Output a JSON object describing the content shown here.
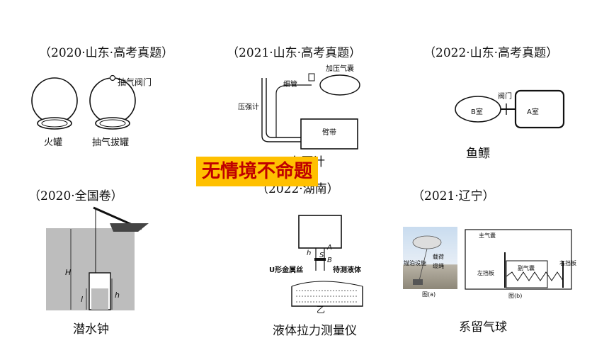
{
  "headers": {
    "h2020_sd": "（2020·山东·高考真题）",
    "h2021_sd": "（2021·山东·高考真题）",
    "h2022_sd": "（2022·山东·高考真题）",
    "h2020_qg": "（2020·全国卷）",
    "h2022_hn": "（2022·湖南）",
    "h2021_ln": "（2021·辽宁）"
  },
  "banner": "无情境不命题",
  "captions": {
    "cupping": "火罐",
    "cupping_pump": "抽气拔罐",
    "pump_valve": "抽气阀门",
    "dart": "鱼鳔",
    "diving_bell": "潜水钟",
    "tension_meter": "液体拉力测量仪",
    "tethered_balloon": "系留气球",
    "bp_meter_partial": "血压计"
  },
  "bp": {
    "bulb": "加压气囊",
    "tube": "细管",
    "gauge": "压强计",
    "cuff": "臂带"
  },
  "fish": {
    "valve": "阀门",
    "chamber_b": "B室",
    "chamber_a": "A室"
  },
  "bell": {
    "H": "H",
    "h": "h",
    "l": "l"
  },
  "tension": {
    "h": "h",
    "S": "S",
    "A": "A",
    "B": "B",
    "wire": "U形金属丝",
    "liquid": "待测液体",
    "fig": "乙"
  },
  "balloon": {
    "load": "载荷",
    "anchor": "锚泊设施",
    "tether": "缆绳",
    "fig_a": "图(a)",
    "main_bag": "主气囊",
    "sub_bag": "副气囊",
    "left_plate": "左挡板",
    "right_plate": "右挡板",
    "fig_b": "图(b)"
  }
}
